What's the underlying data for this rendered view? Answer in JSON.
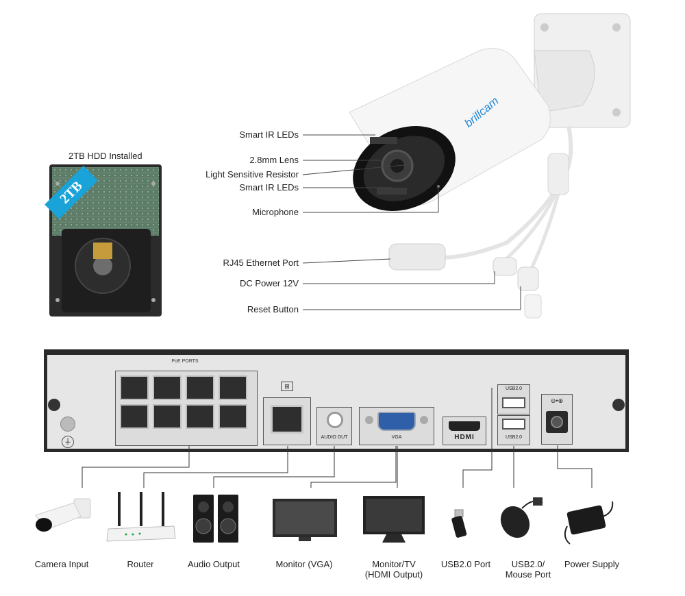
{
  "hdd": {
    "heading": "2TB HDD Installed",
    "badge": "2TB"
  },
  "camera": {
    "brand": "brillcam",
    "callouts": [
      "Smart IR LEDs",
      "2.8mm Lens",
      "Light Sensitive Resistor",
      "Smart IR LEDs",
      "Microphone",
      "RJ45 Ethernet Port",
      "DC Power 12V",
      "Reset Button"
    ]
  },
  "nvr": {
    "poe_label": "PoE PORTS",
    "audio_out_label": "AUDIO OUT",
    "vga_label": "VGA",
    "hdmi_label": "HDMI",
    "usb_top_label": "USB2.0",
    "usb_bottom_label": "USB2.0"
  },
  "peripherals": [
    {
      "name": "Camera Input",
      "icon": "bullet-camera-icon"
    },
    {
      "name": "Router",
      "icon": "router-icon"
    },
    {
      "name": "Audio Output",
      "icon": "speakers-icon"
    },
    {
      "name": "Monitor (VGA)",
      "icon": "monitor-icon"
    },
    {
      "name": "Monitor/TV\n(HDMI Output)",
      "icon": "tv-icon"
    },
    {
      "name": "USB2.0 Port",
      "icon": "usb-drive-icon"
    },
    {
      "name": "USB2.0/\nMouse Port",
      "icon": "mouse-icon"
    },
    {
      "name": "Power Supply",
      "icon": "power-adapter-icon"
    }
  ],
  "colors": {
    "nvr_panel": "#e6e6e6",
    "nvr_frame": "#2a2a2a",
    "camera_body": "#f4f4f4",
    "brand_blue": "#1e88d8",
    "hdd_badge": "#1aa3d9",
    "leader_line": "#333333"
  }
}
